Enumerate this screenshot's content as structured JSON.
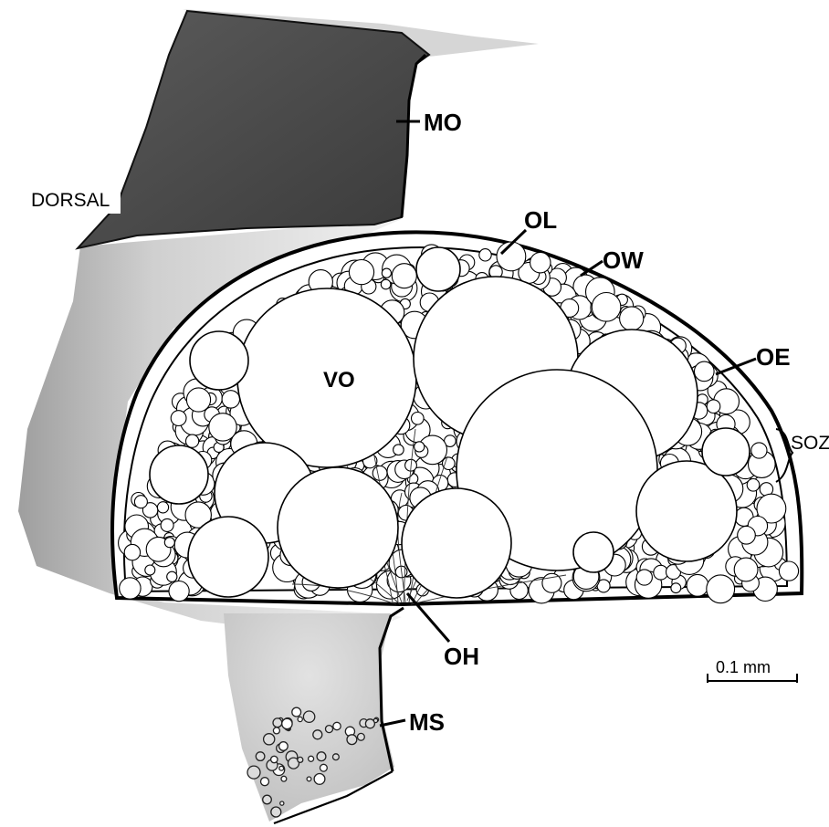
{
  "labels": {
    "mo": "MO",
    "dorsal": "DORSAL",
    "ol": "OL",
    "ow": "OW",
    "oe": "OE",
    "soz": "SOZ",
    "vo": "VO",
    "oh": "OH",
    "ms": "MS",
    "scale": "0.1 mm"
  }
}
